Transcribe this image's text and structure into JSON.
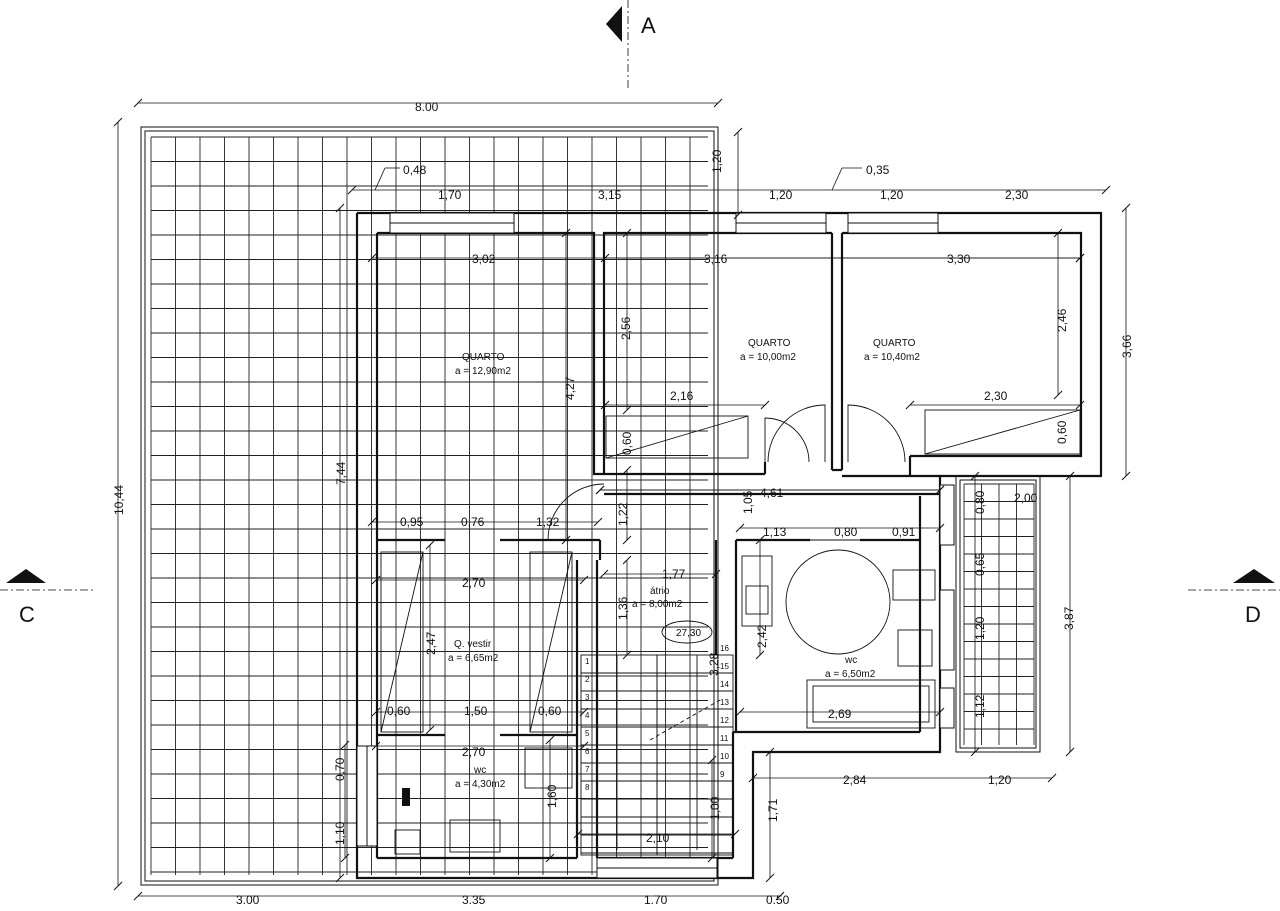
{
  "sections": {
    "a": "A",
    "c": "C",
    "d": "D"
  },
  "rooms": [
    {
      "name": "QUARTO",
      "area": "a = 12,90m2"
    },
    {
      "name": "QUARTO",
      "area": "a = 10,00m2"
    },
    {
      "name": "QUARTO",
      "area": "a = 10,40m2"
    },
    {
      "name": "Q. vestir",
      "area": "a = 6,65m2"
    },
    {
      "name": "átrio",
      "area": "a = 8,00m2"
    },
    {
      "name": "wc",
      "area": "a = 6,50m2"
    },
    {
      "name": "wc",
      "area": "a = 4,30m2"
    }
  ],
  "level_tag": "27,30",
  "stair_numbers": [
    "1",
    "2",
    "3",
    "4",
    "5",
    "6",
    "7",
    "8",
    "9",
    "10",
    "11",
    "12",
    "13",
    "14",
    "15",
    "16"
  ],
  "dimensions": [
    "8.00",
    "0,48",
    "1,70",
    "3,15",
    "1,20",
    "0,35",
    "1,20",
    "1,20",
    "2,30",
    "3,02",
    "3,16",
    "3,30",
    "2,56",
    "2,46",
    "3,66",
    "4,27",
    "7,44",
    "10,44",
    "2,16",
    "2,30",
    "0,60",
    "0,60",
    "4,61",
    "1,22",
    "1,05",
    "2,00",
    "0,95",
    "0,76",
    "1,32",
    "1,13",
    "0,80",
    "0,91",
    "0,80",
    "2,70",
    "1,77",
    "1,36",
    "0,65",
    "2,47",
    "3,87",
    "2,42",
    "1,20",
    "3,28",
    "0,60",
    "1,50",
    "0,60",
    "2,69",
    "1,12",
    "2,70",
    "0,70",
    "2,84",
    "1,20",
    "1,60",
    "1,00",
    "1,71",
    "1,10",
    "2,10",
    "3.00",
    "3.35",
    "1.70",
    "0.50"
  ]
}
